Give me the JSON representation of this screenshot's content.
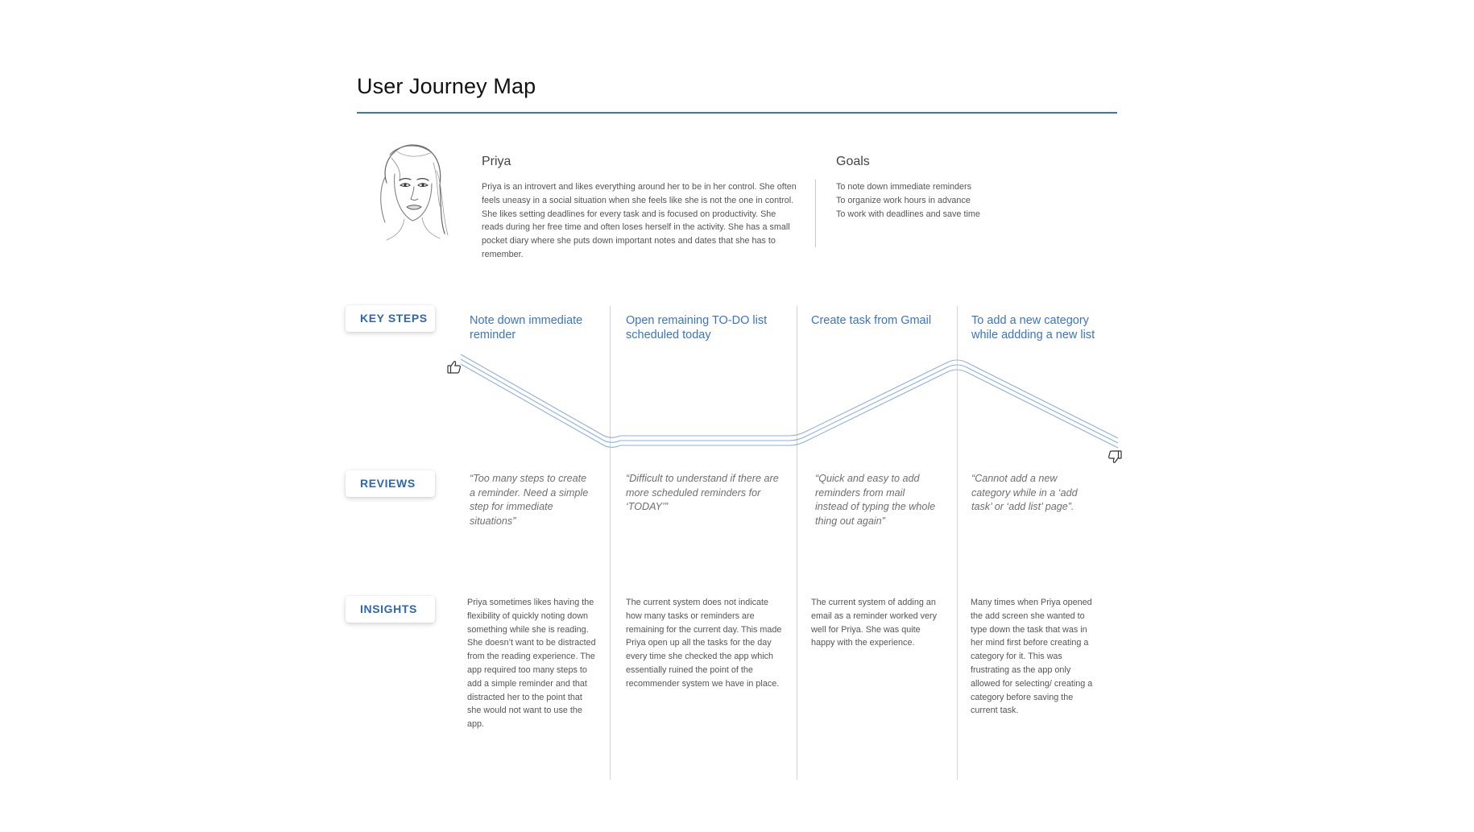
{
  "title": "User Journey Map",
  "persona": {
    "name": "Priya",
    "bio": "Priya is an introvert and likes everything around her to be in her control. She often feels uneasy in a social situation when she feels like she is not the one in control. She likes setting deadlines for every task and is focused on productivity. She reads during her free time and often loses herself in the activity. She has a small pocket diary where she puts down important notes and dates that she has to remember."
  },
  "goals": {
    "title": "Goals",
    "items": [
      "To note down immediate reminders",
      "To organize work hours in advance",
      "To work with deadlines and save time"
    ]
  },
  "rows": {
    "key_steps": "KEY STEPS",
    "reviews": "REVIEWS",
    "insights": "INSIGHTS"
  },
  "stages": [
    {
      "step": "Note down immediate reminder",
      "review": "“Too many steps to create a reminder. Need a simple step for immediate situations”",
      "insight": "Priya sometimes likes having the flexibility of quickly noting down something while she is reading. She doesn’t want to be distracted from the reading experience. The app required too many steps to add a simple reminder and that distracted her to the point that she would not want to use the app."
    },
    {
      "step": "Open remaining TO-DO list scheduled today",
      "review": "“Difficult to understand if there are more scheduled reminders for ‘TODAY’”",
      "insight": "The current system does not indicate how many tasks or reminders are remaining for the current day. This made Priya open up all the tasks for the day every time she checked the app which essentially ruined the point of the recommender system we have in place."
    },
    {
      "step": "Create task from Gmail",
      "review": "“Quick and easy to add reminders from mail instead of typing the whole thing out again”",
      "insight": "The current system of adding an email as a reminder worked very well for Priya. She was quite happy with the experience."
    },
    {
      "step": "To add a new category while addding a new list",
      "review": "“Cannot add a new category while in a ‘add task’ or ‘add list’ page”.",
      "insight": "Many times when Priya opened the add screen she wanted to type down the task that was in her mind first before creating a category for it. This was frustrating as the app only allowed for selecting/ creating a category before saving the current task."
    }
  ],
  "icons": {
    "avatar": "woman-portrait-sketch",
    "positive": "thumbs-up-icon",
    "negative": "thumbs-down-icon"
  },
  "colors": {
    "accent": "#3b73c0",
    "curve": "#8fb0dc",
    "label": "#2f66b3"
  }
}
